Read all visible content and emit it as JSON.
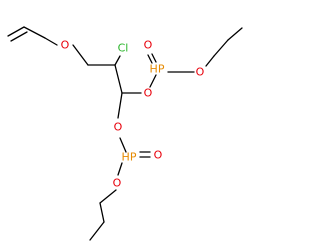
{
  "colors": {
    "bond": "#000000",
    "O": "#e8000b",
    "P": "#e68a00",
    "Cl": "#2bb52b",
    "background": "#ffffff"
  },
  "atoms": {
    "o_ether": "O",
    "cl": "Cl",
    "o_link1": "O",
    "p1": "HP",
    "o_dbl1": "O",
    "o_prop1": "O",
    "o_link2": "O",
    "p2": "HP",
    "o_dbl2": "O",
    "o_prop2": "O"
  }
}
